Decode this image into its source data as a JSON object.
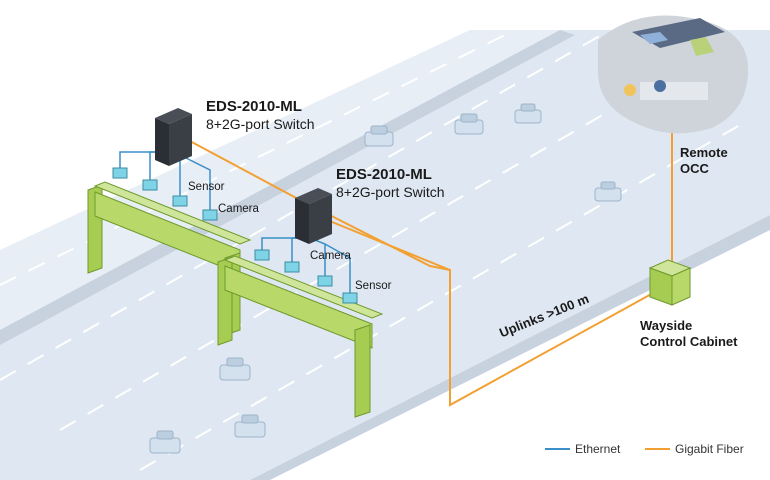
{
  "switch_top": {
    "model": "EDS-2010-ML",
    "desc": "8+2G-port Switch"
  },
  "switch_mid": {
    "model": "EDS-2010-ML",
    "desc": "8+2G-port Switch"
  },
  "labels": {
    "sensor_top": "Sensor",
    "camera_top": "Camera",
    "camera_mid": "Camera",
    "sensor_mid": "Sensor"
  },
  "occ": {
    "line1": "Remote",
    "line2": "OCC"
  },
  "cabinet": {
    "line1": "Wayside",
    "line2": "Control Cabinet"
  },
  "uplink": "Uplinks >100 m",
  "legend": {
    "ethernet": "Ethernet",
    "fiber": "Gigabit Fiber"
  },
  "colors": {
    "ethernet": "#3a8fc8",
    "fiber": "#f2a032",
    "gantry": "#b8d96a",
    "road": "#dfe8f2",
    "lane": "#ffffff"
  }
}
